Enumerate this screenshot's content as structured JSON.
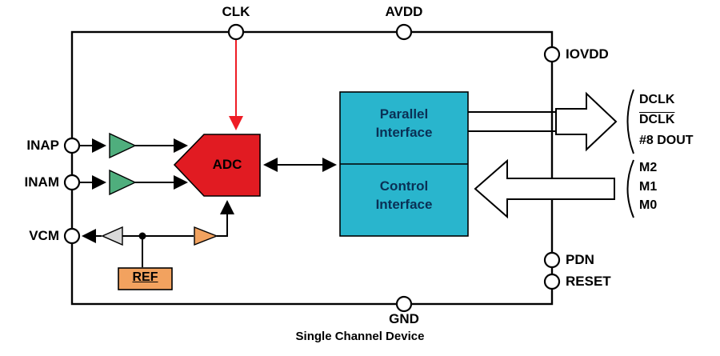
{
  "diagram": {
    "caption": "Single Channel Device",
    "pins": {
      "clk": "CLK",
      "avdd": "AVDD",
      "iovdd": "IOVDD",
      "inap": "INAP",
      "inam": "INAM",
      "vcm": "VCM",
      "gnd": "GND",
      "pdn": "PDN",
      "reset": "RESET"
    },
    "blocks": {
      "adc": "ADC",
      "ref": "REF",
      "parallel_interface": "Parallel\nInterface",
      "control_interface": "Control\nInterface"
    },
    "output_bus": {
      "dclk": "DCLK",
      "dclk_bar": "DCLK",
      "dout": "#8 DOUT"
    },
    "input_bus": {
      "m2": "M2",
      "m1": "M1",
      "m0": "M0"
    },
    "colors": {
      "adc_fill": "#e11b22",
      "interface_fill": "#29b5cd",
      "amp_green": "#4fae7d",
      "amp_orange": "#f2a25f",
      "amp_gray": "#d9d9d9",
      "ref_fill": "#f2a25f",
      "clk_wire": "#ee1c25"
    }
  }
}
